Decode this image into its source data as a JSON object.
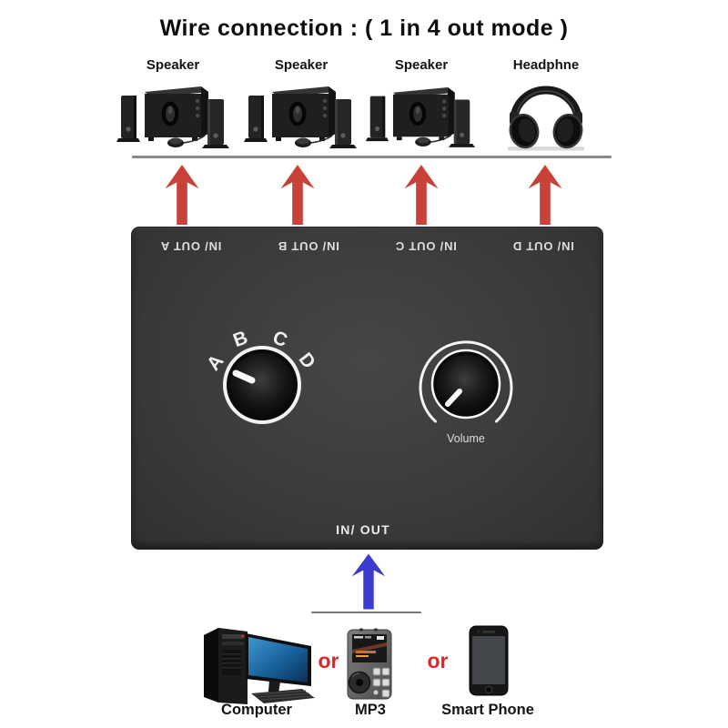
{
  "title": "Wire connection : ( 1 in 4 out mode )",
  "outputs": {
    "items": [
      {
        "label": "Speaker",
        "port": "IN/ OUT A"
      },
      {
        "label": "Speaker",
        "port": "IN/ OUT B"
      },
      {
        "label": "Speaker",
        "port": "IN/ OUT C"
      },
      {
        "label": "Headphne",
        "port": "IN/ OUT D"
      }
    ]
  },
  "device": {
    "selector_positions": [
      "A",
      "B",
      "C",
      "D"
    ],
    "selected_position": "A",
    "volume_label": "Volume",
    "io_label": "IN/ OUT"
  },
  "sources": {
    "separator": "or",
    "items": [
      {
        "label": "Computer"
      },
      {
        "label": "MP3"
      },
      {
        "label": "Smart Phone"
      }
    ]
  },
  "colors": {
    "output_arrow": "#c9423a",
    "input_arrow": "#3c3bce",
    "or_text": "#e32424",
    "device_body": "#3b3b3b",
    "device_text": "#dedede",
    "line": "#8a8a8a"
  }
}
